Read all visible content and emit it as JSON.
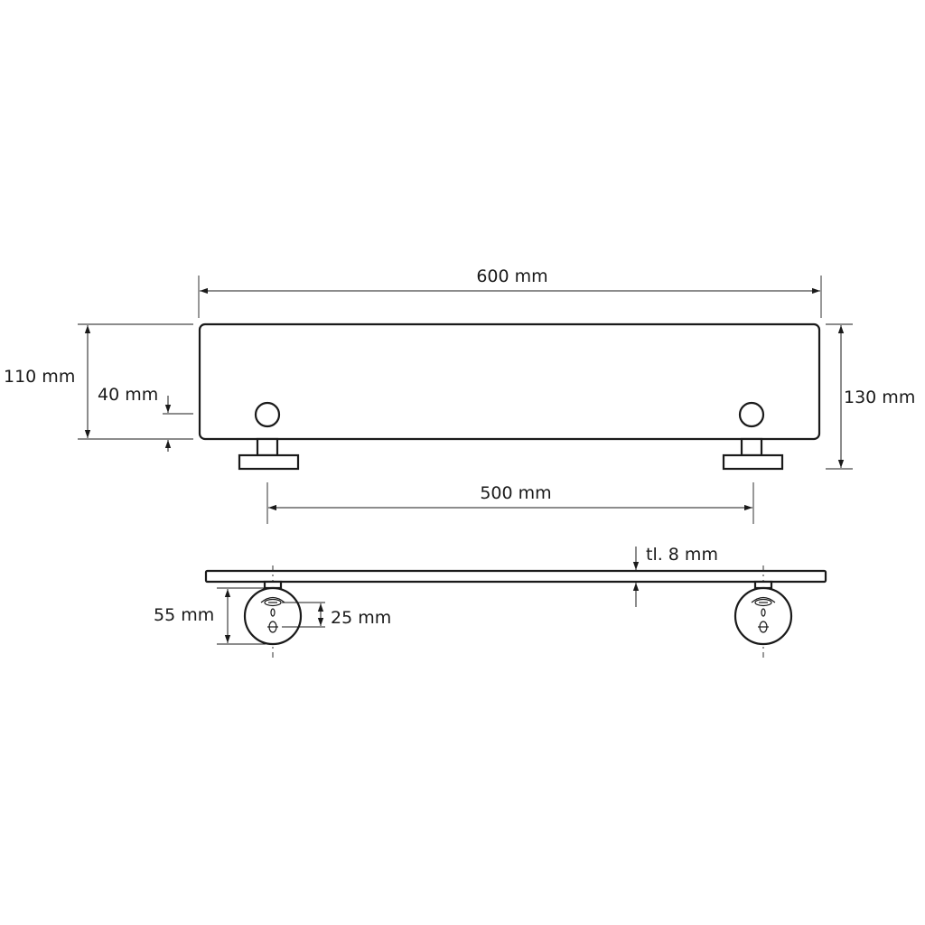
{
  "drawing": {
    "dimensions": {
      "total_width": "600 mm",
      "mount_spacing": "500 mm",
      "total_depth": "130 mm",
      "shelf_depth": "110 mm",
      "mount_offset": "40 mm",
      "glass_thickness": "tl. 8 mm",
      "bracket_diameter": "55 mm",
      "hole_spacing": "25 mm"
    }
  }
}
